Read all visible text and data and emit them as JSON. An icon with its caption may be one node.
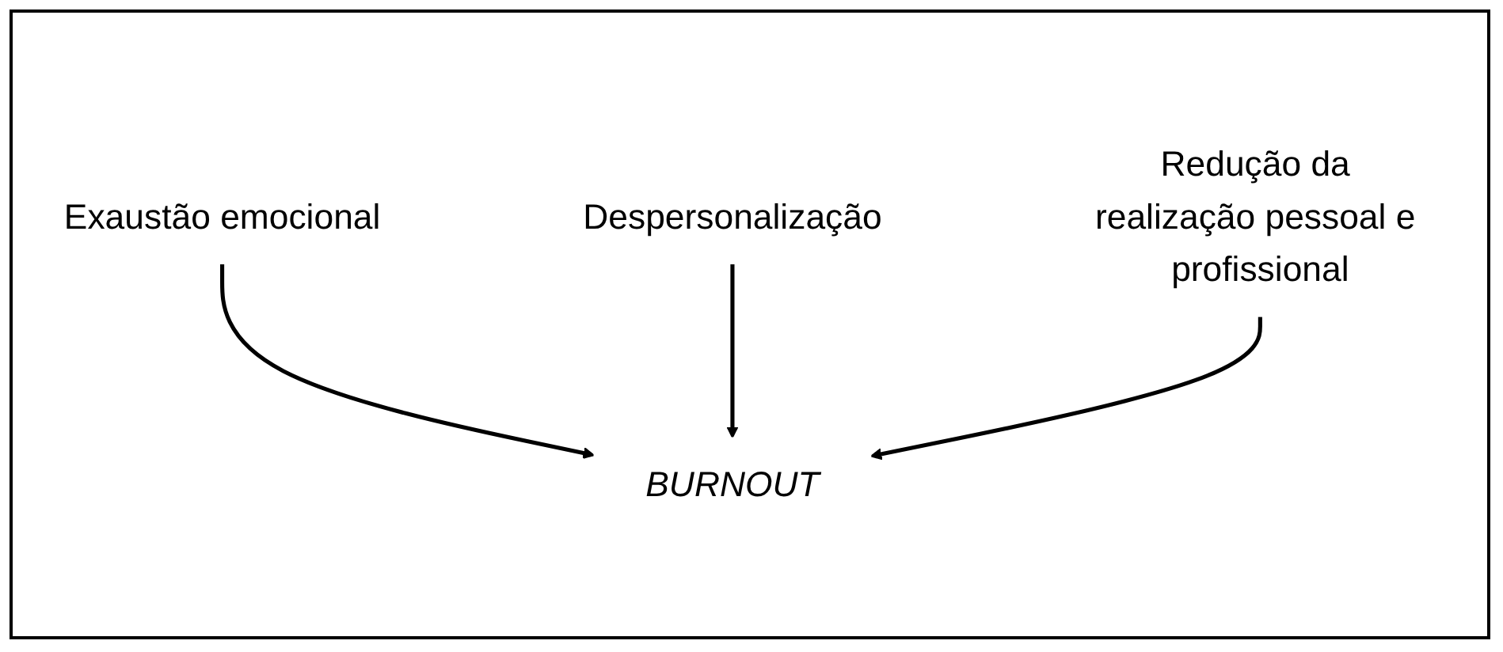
{
  "diagram": {
    "nodes": [
      {
        "text": [
          "Exaustão emocional"
        ]
      },
      {
        "text": [
          "Despersonalização"
        ]
      },
      {
        "text": [
          "Redução da realização pessoal e profissional"
        ]
      },
      {
        "text": [
          "BURNOUT"
        ]
      }
    ],
    "edges": [
      {
        "from": 0,
        "to": 3,
        "arrow": "to"
      },
      {
        "from": 1,
        "to": 3,
        "arrow": "to"
      },
      {
        "from": 2,
        "to": 3,
        "arrow": "to"
      }
    ]
  }
}
